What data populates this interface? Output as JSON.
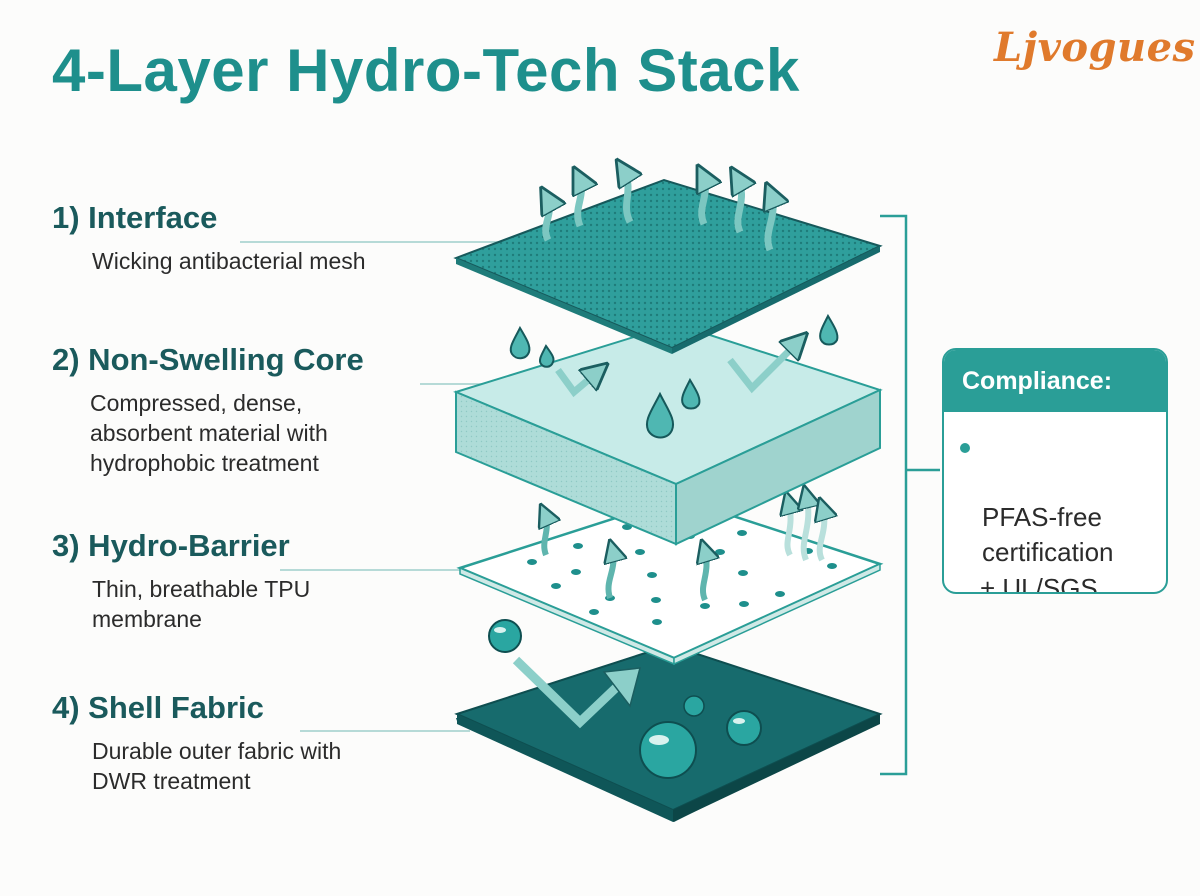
{
  "title": "4-Layer Hydro-Tech Stack",
  "brand": "Ljvogues",
  "layers": [
    {
      "title": "1) Interface",
      "description": "Wicking antibacterial mesh"
    },
    {
      "title": "2) Non-Swelling Core",
      "description": "Compressed, dense,\nabsorbent material with\nhydrophobic treatment"
    },
    {
      "title": "3) Hydro-Barrier",
      "description": "Thin, breathable TPU\nmembrane"
    },
    {
      "title": "4) Shell Fabric",
      "description": "Durable outer fabric with\nDWR treatment"
    }
  ],
  "compliance": {
    "heading": "Compliance:",
    "item": "PFAS-free\ncertification",
    "note": "+ UL/SGS\nreports"
  },
  "colors": {
    "accent": "#1e8f8c",
    "brand": "#e07a2c",
    "mesh": "#2f9f9c",
    "core": "#aedcd8",
    "barrier": "#ffffff",
    "shell": "#176b6d"
  }
}
